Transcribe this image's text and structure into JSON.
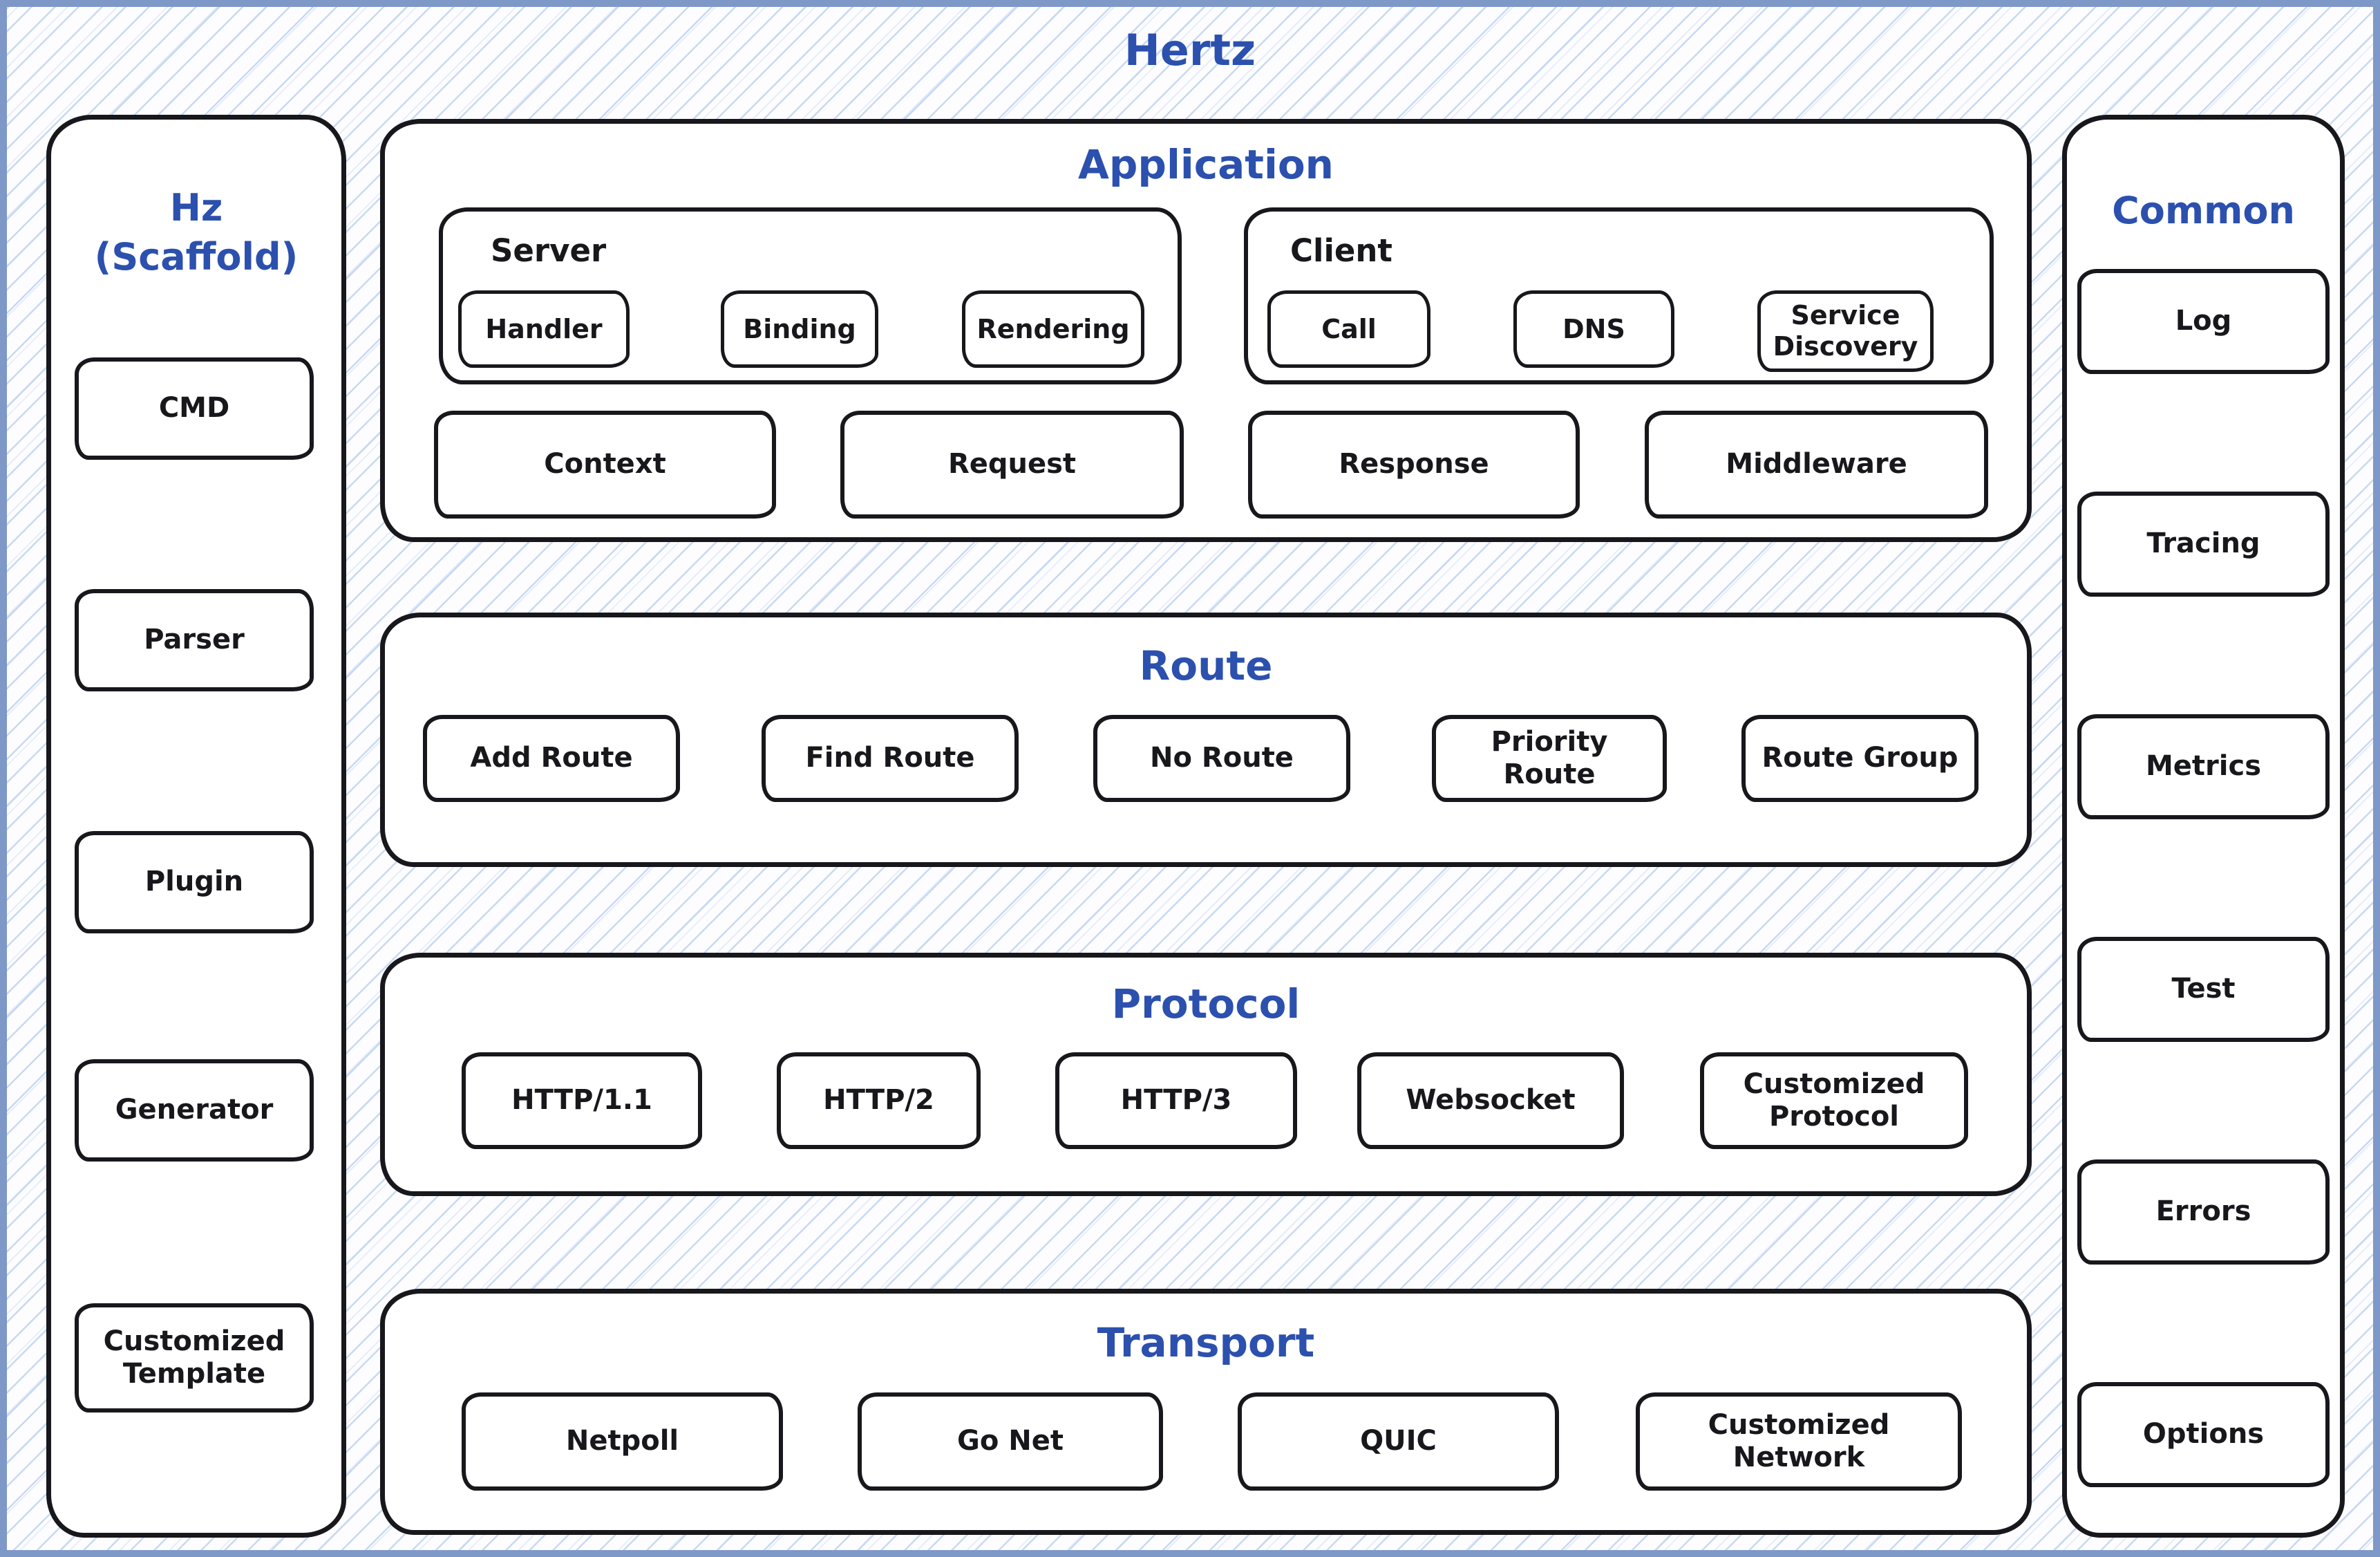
{
  "title": "Hertz",
  "colors": {
    "accent": "#2b50ae",
    "ink": "#17171c",
    "frame": "#7e98c8",
    "stripe": "#c9d9f1",
    "panel_fill": "#ffffff"
  },
  "scaffold_panel": {
    "title": "Hz (Scaffold)",
    "items": [
      "CMD",
      "Parser",
      "Plugin",
      "Generator",
      "Customized Template"
    ]
  },
  "common_panel": {
    "title": "Common",
    "items": [
      "Log",
      "Tracing",
      "Metrics",
      "Test",
      "Errors",
      "Options"
    ]
  },
  "application": {
    "title": "Application",
    "server": {
      "label": "Server",
      "items": [
        "Handler",
        "Binding",
        "Rendering"
      ]
    },
    "client": {
      "label": "Client",
      "items": [
        "Call",
        "DNS",
        "Service Discovery"
      ]
    },
    "row": [
      "Context",
      "Request",
      "Response",
      "Middleware"
    ]
  },
  "route": {
    "title": "Route",
    "items": [
      "Add Route",
      "Find Route",
      "No Route",
      "Priority Route",
      "Route Group"
    ]
  },
  "protocol": {
    "title": "Protocol",
    "items": [
      "HTTP/1.1",
      "HTTP/2",
      "HTTP/3",
      "Websocket",
      "Customized Protocol"
    ]
  },
  "transport": {
    "title": "Transport",
    "items": [
      "Netpoll",
      "Go Net",
      "QUIC",
      "Customized Network"
    ]
  }
}
